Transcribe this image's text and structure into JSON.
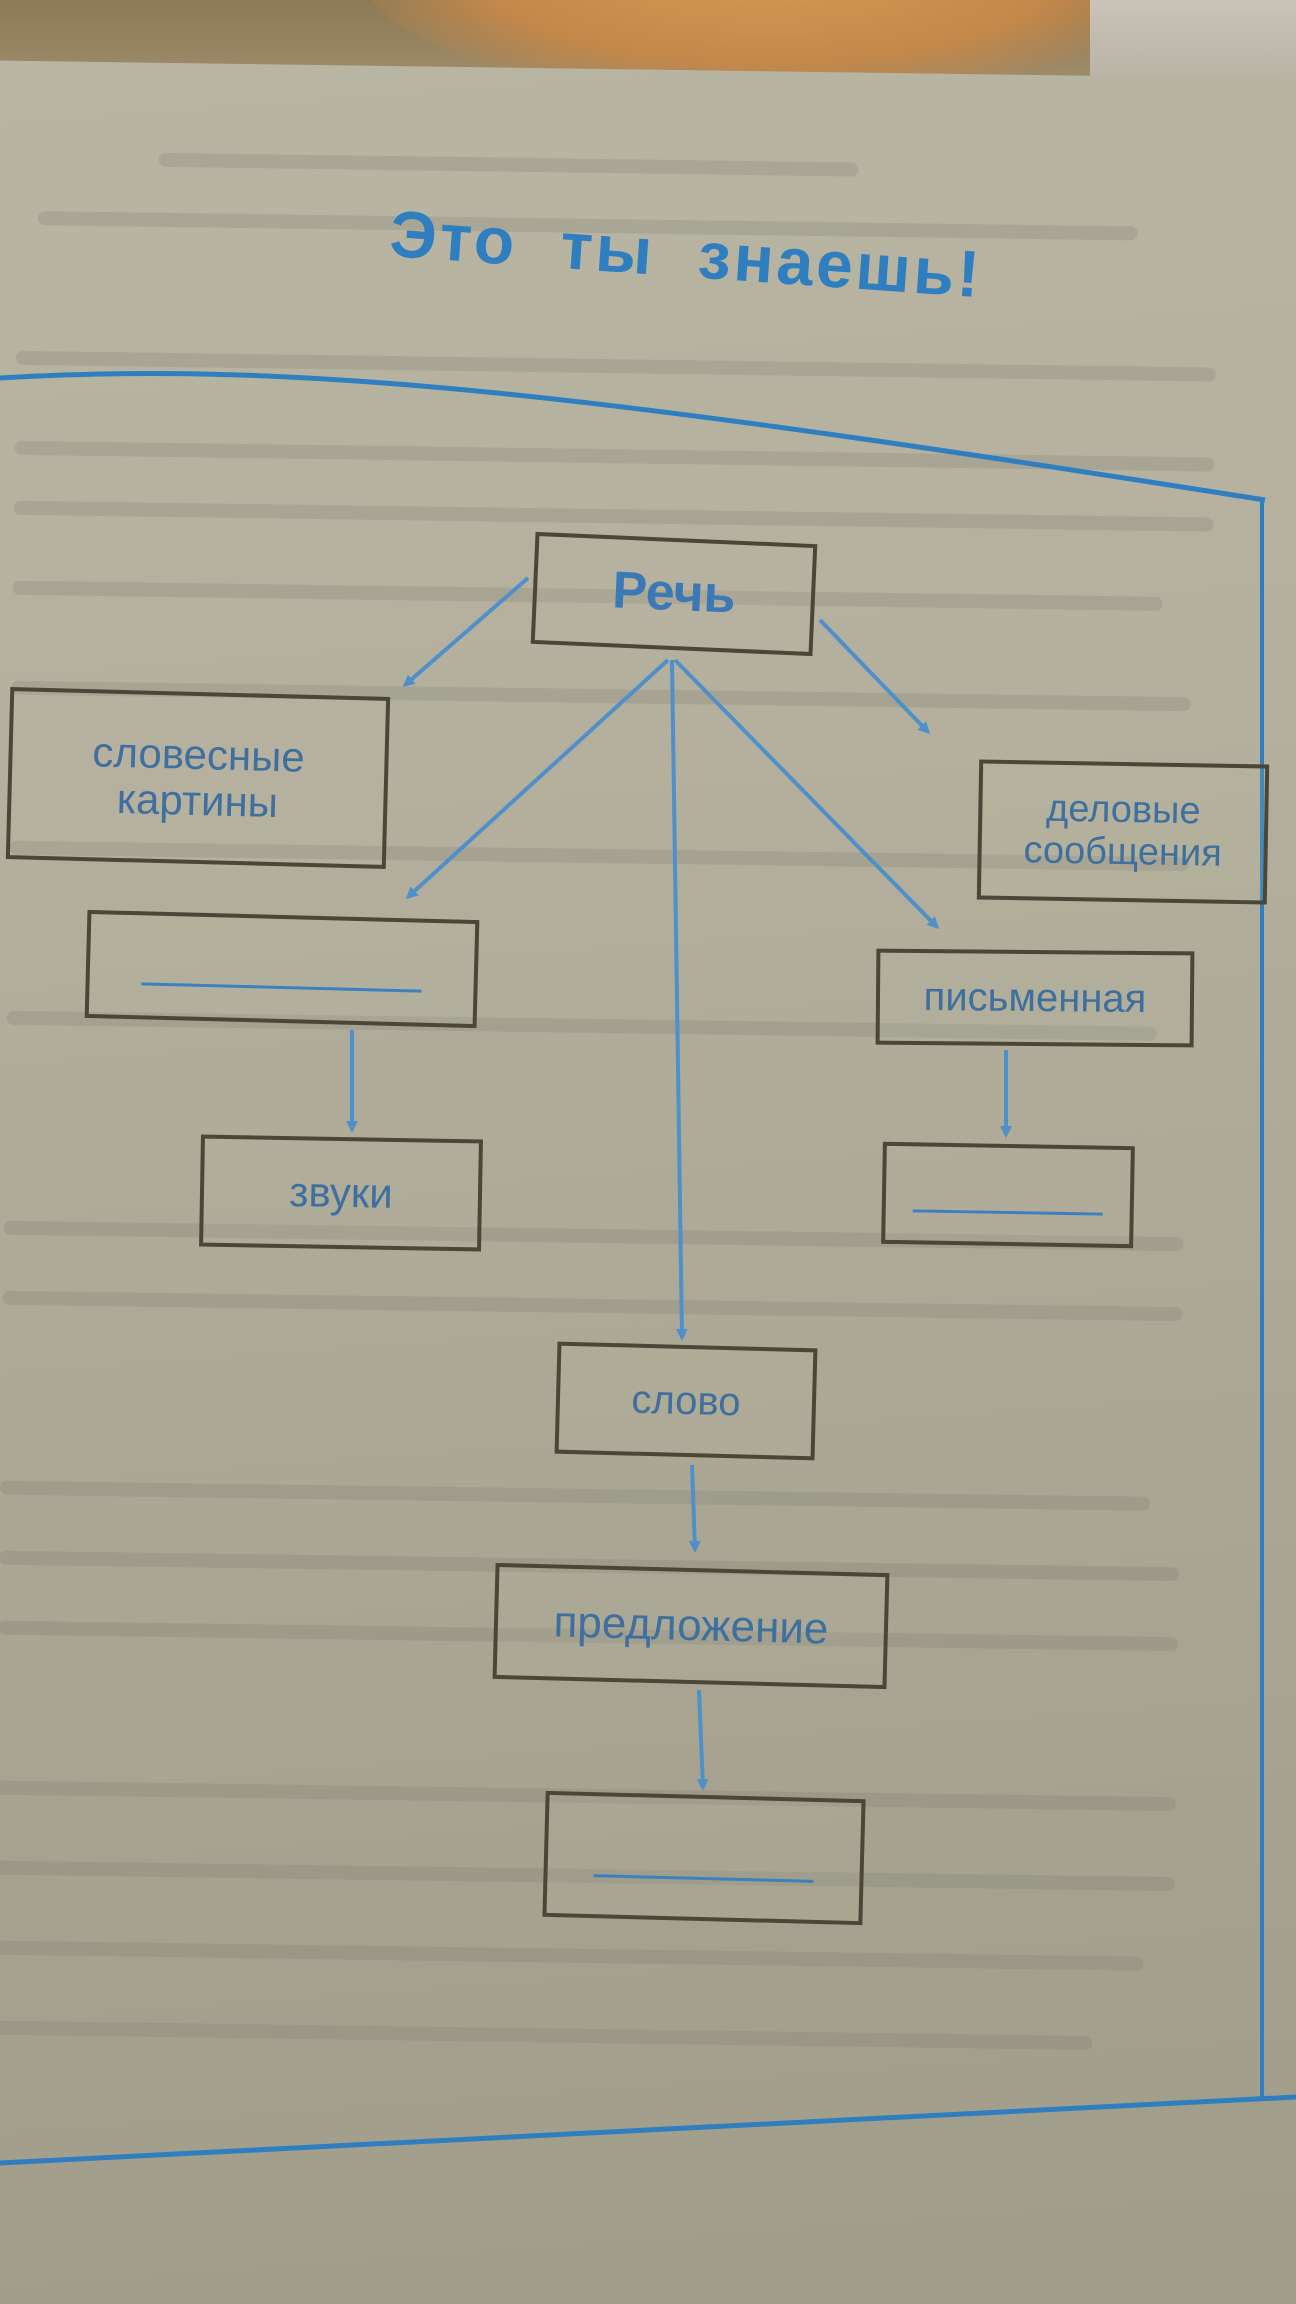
{
  "title": "Это ты знаешь!",
  "diagram": {
    "root": "Речь",
    "nodes": {
      "verbal_pictures": "словесные картины",
      "business_messages": "деловые сообщения",
      "oral_blank": "",
      "written": "письменная",
      "sounds": "звуки",
      "written_child_blank": "",
      "word": "слово",
      "sentence": "предложение",
      "sentence_child_blank": ""
    }
  },
  "colors": {
    "accent_blue": "#2f7fc0",
    "box_border": "#4a4638",
    "label_text": "#3f6f9e"
  }
}
